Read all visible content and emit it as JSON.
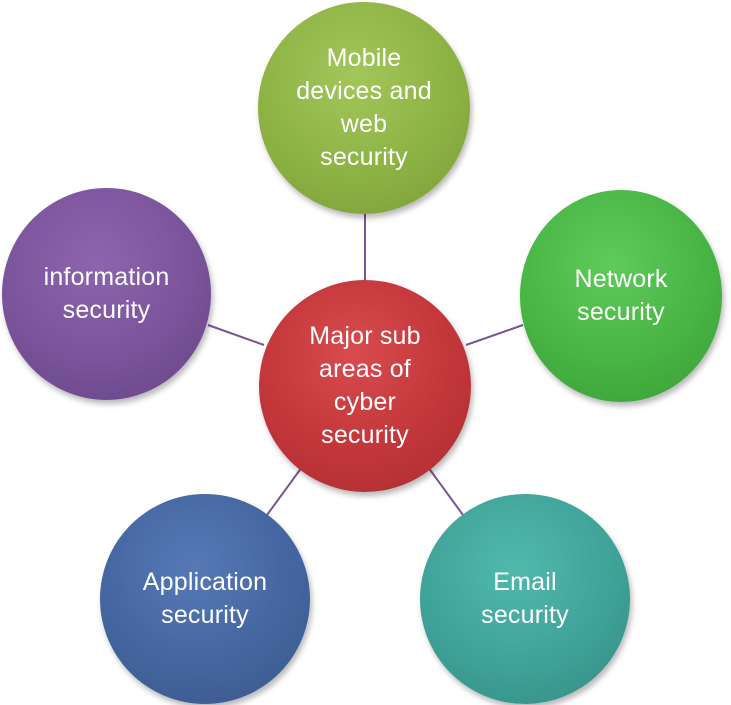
{
  "diagram": {
    "center": {
      "label": "Major sub\nareas of\ncyber\nsecurity",
      "color": "#c2363a"
    },
    "nodes": {
      "top": {
        "label": "Mobile\ndevices and\nweb\nsecurity",
        "color": "#8db244"
      },
      "right": {
        "label": "Network\nsecurity",
        "color": "#47b443"
      },
      "left": {
        "label": "information\nsecurity",
        "color": "#7a539a"
      },
      "bottom_left": {
        "label": "Application\nsecurity",
        "color": "#44659f"
      },
      "bottom_right": {
        "label": "Email\nsecurity",
        "color": "#3fa298"
      }
    },
    "connector_color": "#7a539a"
  }
}
